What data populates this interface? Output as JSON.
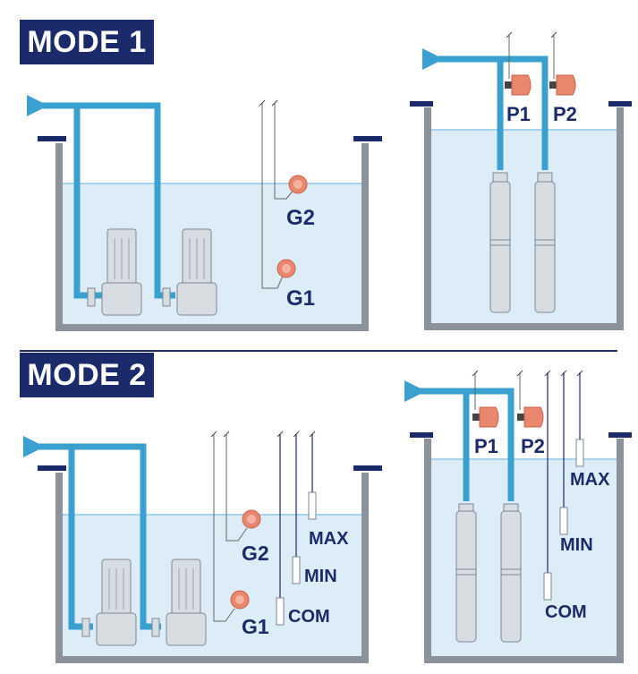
{
  "colors": {
    "navy": "#1b2a6b",
    "pipe": "#3aa0cf",
    "water": "#dcedf8",
    "water_line": "#8fc6e6",
    "tank_wall": "#8c929c",
    "pump_body": "#d8dde2",
    "float_switch": "#e9876e",
    "electrode": "#ffffff"
  },
  "mode1": {
    "title": "MODE 1",
    "left_tank": {
      "floats": [
        "G2",
        "G1"
      ]
    },
    "right_tank": {
      "pressure_switches": [
        "P1",
        "P2"
      ]
    }
  },
  "mode2": {
    "title": "MODE 2",
    "left_tank": {
      "floats": [
        "G2",
        "G1"
      ],
      "electrodes": [
        "MAX",
        "MIN",
        "COM"
      ]
    },
    "right_tank": {
      "pressure_switches": [
        "P1",
        "P2"
      ],
      "electrodes": [
        "MAX",
        "MIN",
        "COM"
      ]
    }
  },
  "icons": [
    "outflow-arrow-icon",
    "float-switch-icon",
    "pressure-switch-icon",
    "vertical-pump-icon",
    "submersible-pump-icon",
    "level-electrode-icon"
  ]
}
